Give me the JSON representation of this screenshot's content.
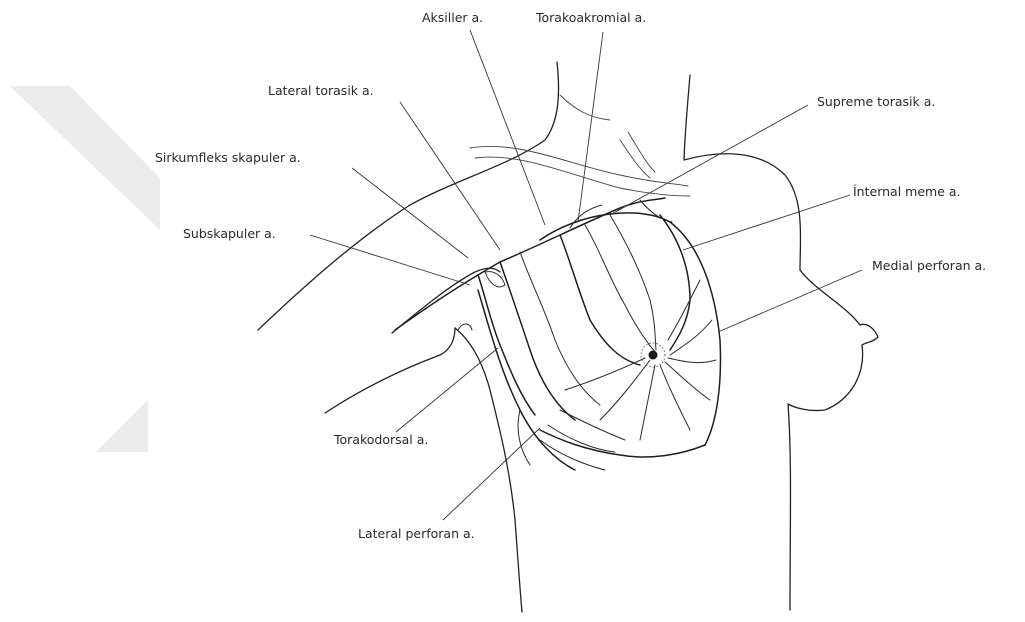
{
  "diagram": {
    "labels": {
      "aksiller": "Aksiller a.",
      "torakoakromial": "Torakoakromial a.",
      "lateral_torasik": "Lateral torasik a.",
      "supreme_torasik": "Supreme torasik a.",
      "sirkumfleks_skapuler": "Sirkumfleks skapuler a.",
      "internal_meme": "İnternal meme a.",
      "subskapuler": "Subskapuler a.",
      "medial_perforan": "Medial perforan a.",
      "torakodorsal": "Torakodorsal a.",
      "lateral_perforan": "Lateral perforan a."
    },
    "colors": {
      "line": "#222222",
      "label": "#2a2a2a",
      "watermark": "#ebebeb"
    }
  }
}
